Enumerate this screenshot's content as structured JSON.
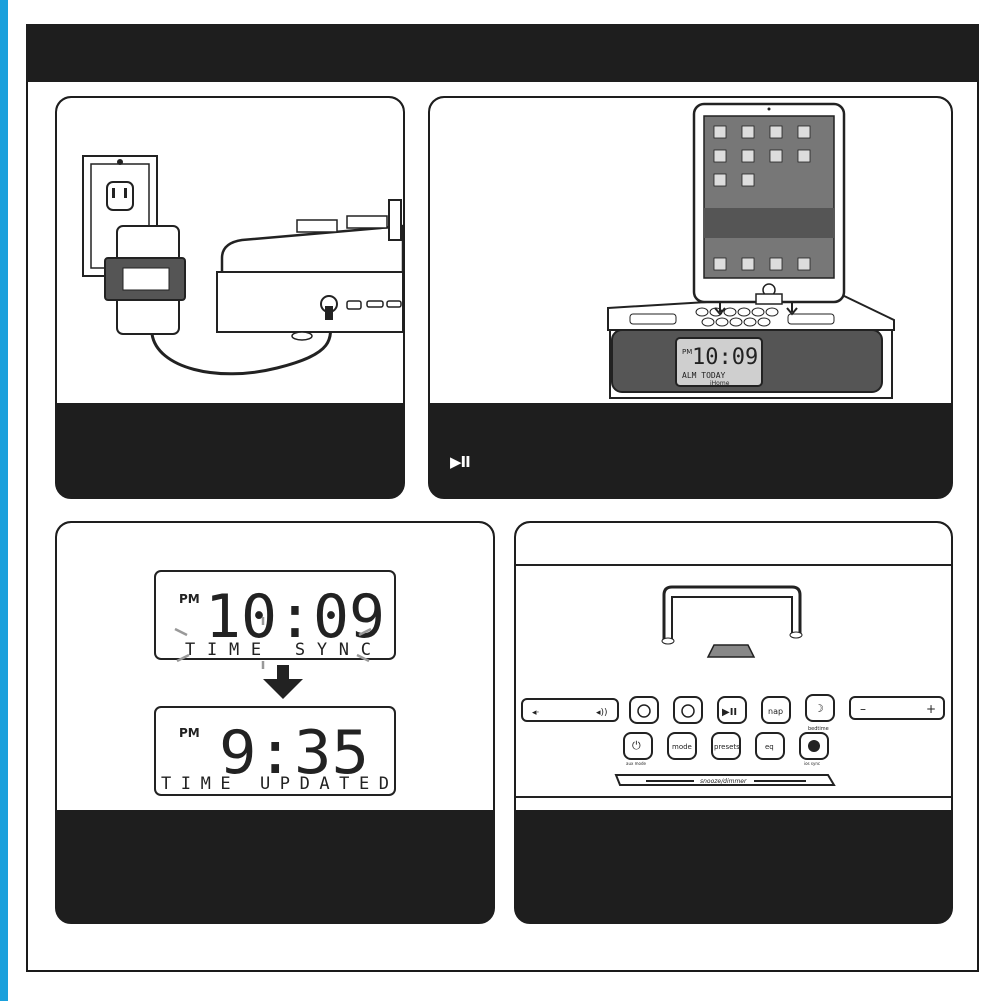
{
  "lcd": {
    "top": {
      "ampm": "PM",
      "time": "10:09",
      "message": "TIME SYNC"
    },
    "bottom": {
      "ampm": "PM",
      "time": "9:35",
      "message": "TIME UPDATED"
    }
  },
  "ipad_dock": {
    "display_ampm": "PM",
    "display_time": "10:09",
    "display_line": "ALM  TODAY",
    "brand": "iHome"
  },
  "controls": {
    "snooze_label": "snooze/dimmer",
    "bedtime_label": "bedtime",
    "power_label": "aux mode",
    "buttons": [
      "mode",
      "presets",
      "eq",
      "nap"
    ],
    "sync_label": "ios sync"
  },
  "caption_icons": {
    "play_pause": "▶II"
  },
  "colors": {
    "frame": "#1e1e1e",
    "accent": "#1aa0dc"
  }
}
